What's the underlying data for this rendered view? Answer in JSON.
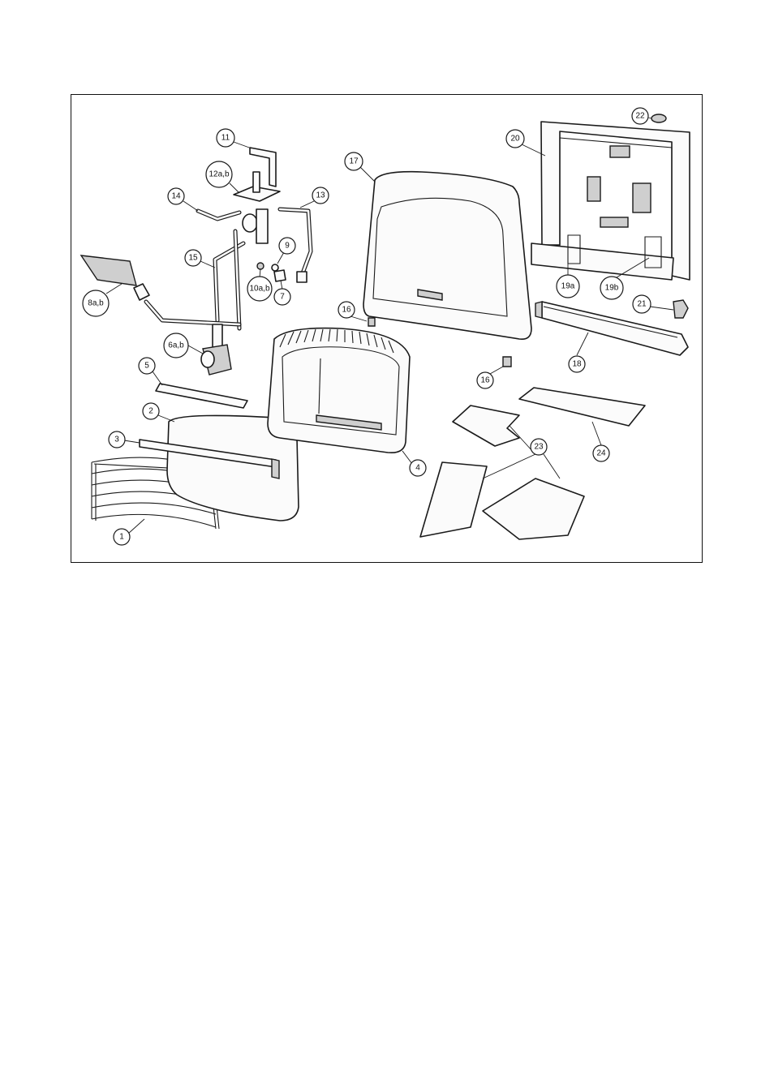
{
  "diagram": {
    "callouts": [
      {
        "id": "1",
        "label": "1"
      },
      {
        "id": "2",
        "label": "2"
      },
      {
        "id": "3",
        "label": "3"
      },
      {
        "id": "4",
        "label": "4"
      },
      {
        "id": "5",
        "label": "5"
      },
      {
        "id": "6ab",
        "label": "6a,b"
      },
      {
        "id": "7",
        "label": "7"
      },
      {
        "id": "8ab",
        "label": "8a,b"
      },
      {
        "id": "9",
        "label": "9"
      },
      {
        "id": "10ab",
        "label": "10a,b"
      },
      {
        "id": "11",
        "label": "11"
      },
      {
        "id": "12ab",
        "label": "12a,b"
      },
      {
        "id": "13",
        "label": "13"
      },
      {
        "id": "14",
        "label": "14"
      },
      {
        "id": "15",
        "label": "15"
      },
      {
        "id": "16a",
        "label": "16"
      },
      {
        "id": "16b",
        "label": "16"
      },
      {
        "id": "17",
        "label": "17"
      },
      {
        "id": "18",
        "label": "18"
      },
      {
        "id": "19a",
        "label": "19a"
      },
      {
        "id": "19b",
        "label": "19b"
      },
      {
        "id": "20",
        "label": "20"
      },
      {
        "id": "21",
        "label": "21"
      },
      {
        "id": "22",
        "label": "22"
      },
      {
        "id": "23",
        "label": "23"
      },
      {
        "id": "24",
        "label": "24"
      }
    ]
  }
}
